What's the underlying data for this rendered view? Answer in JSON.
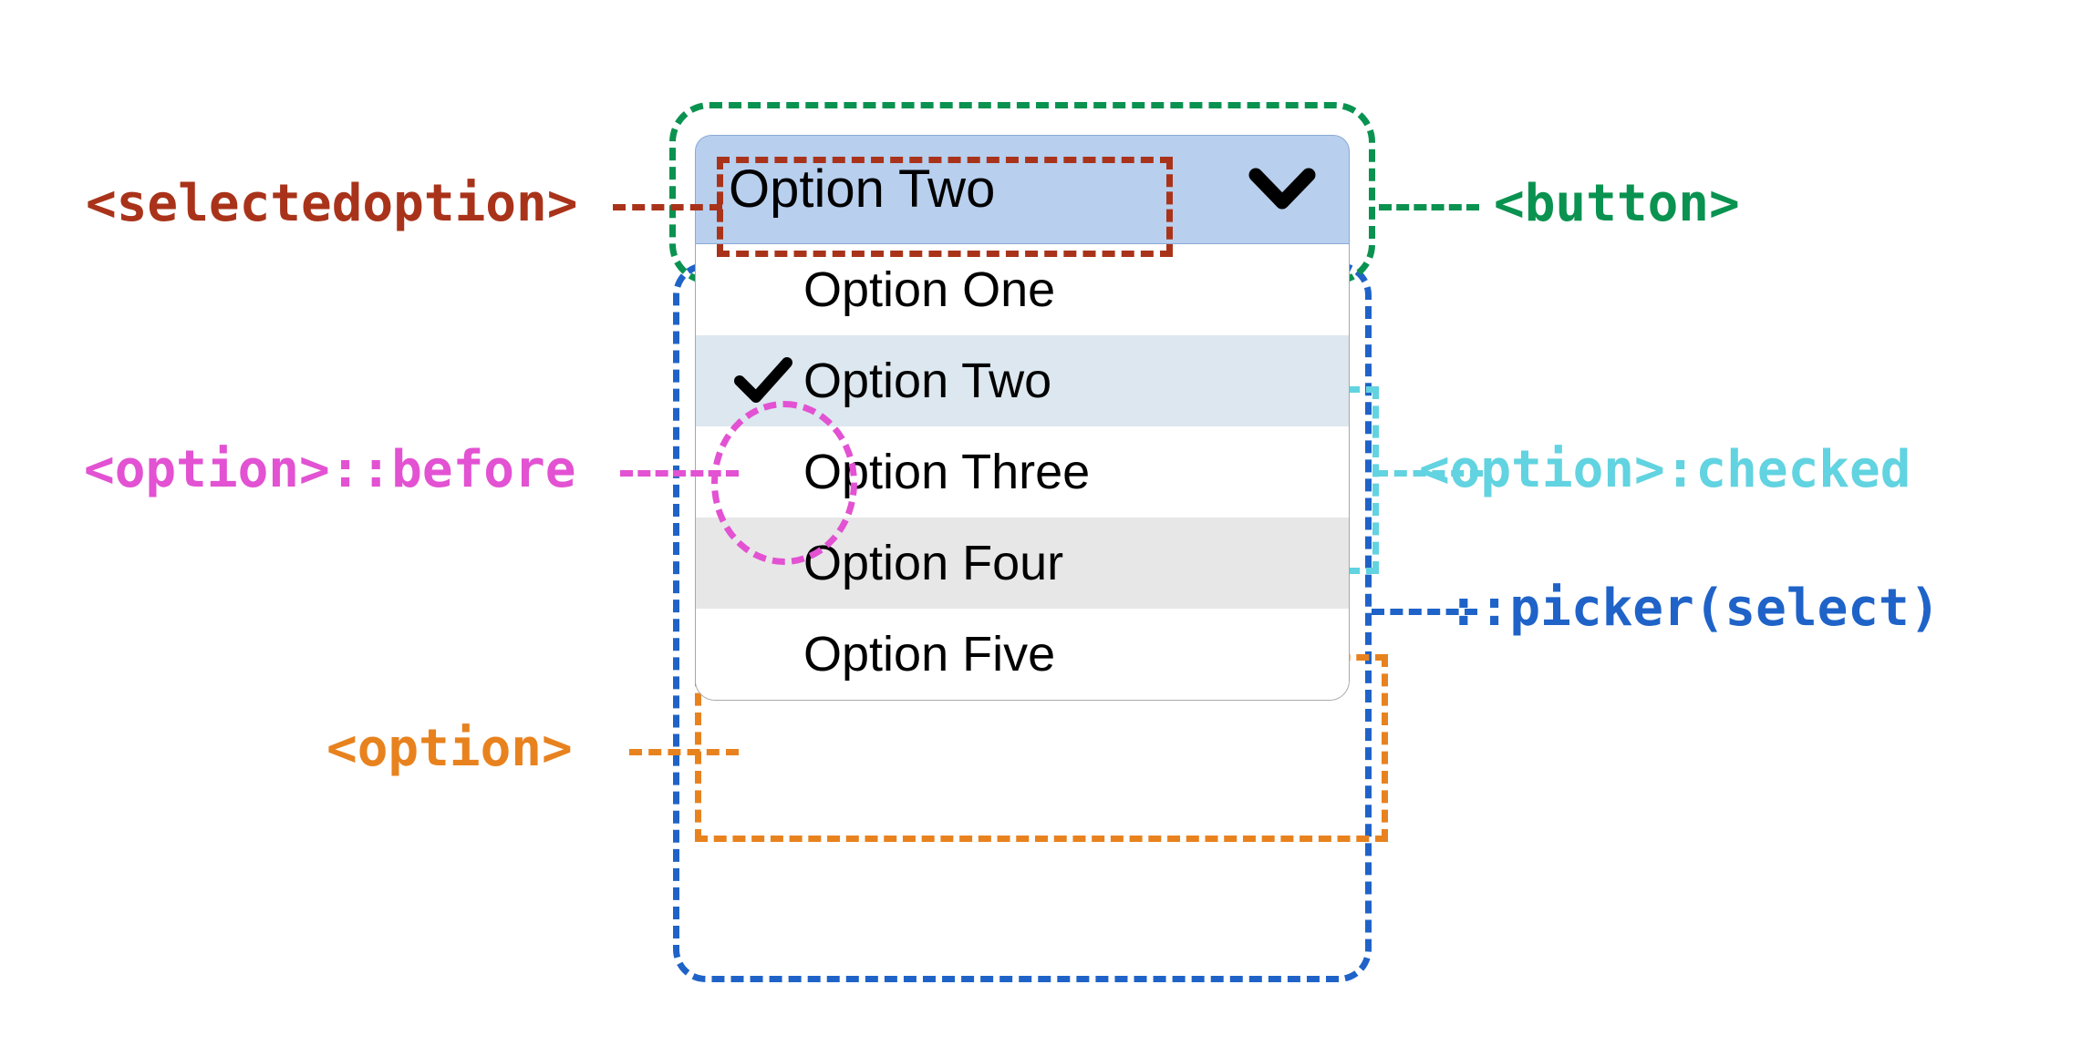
{
  "widget": {
    "button": {
      "selected_label": "Option Two",
      "chevron_icon": "chevron-down-icon",
      "background_color": "#b8cfee"
    },
    "picker": {
      "options": [
        {
          "label": "Option One",
          "state": "normal",
          "checked": false
        },
        {
          "label": "Option Two",
          "state": "checked",
          "checked": true
        },
        {
          "label": "Option Three",
          "state": "normal",
          "checked": false
        },
        {
          "label": "Option Four",
          "state": "hovered",
          "checked": false
        },
        {
          "label": "Option Five",
          "state": "normal",
          "checked": false
        }
      ],
      "check_icon": "check-mark-icon",
      "checked_background_color": "#dce7ef",
      "hovered_background_color": "#e7e7e7"
    }
  },
  "annotations": [
    {
      "id": "selectedoption",
      "text": "<selectedoption>",
      "color": "#a9331a",
      "side": "left"
    },
    {
      "id": "button",
      "text": "<button>",
      "color": "#0a9250",
      "side": "right"
    },
    {
      "id": "option-before",
      "text": "<option>::before",
      "color": "#e252d2",
      "side": "left"
    },
    {
      "id": "option-checked",
      "text": "<option>:checked",
      "color": "#62d3e0",
      "side": "right"
    },
    {
      "id": "picker-select",
      "text": "::picker(select)",
      "color": "#1f63c8",
      "side": "right"
    },
    {
      "id": "option",
      "text": "<option>",
      "color": "#e8821e",
      "side": "left"
    }
  ]
}
